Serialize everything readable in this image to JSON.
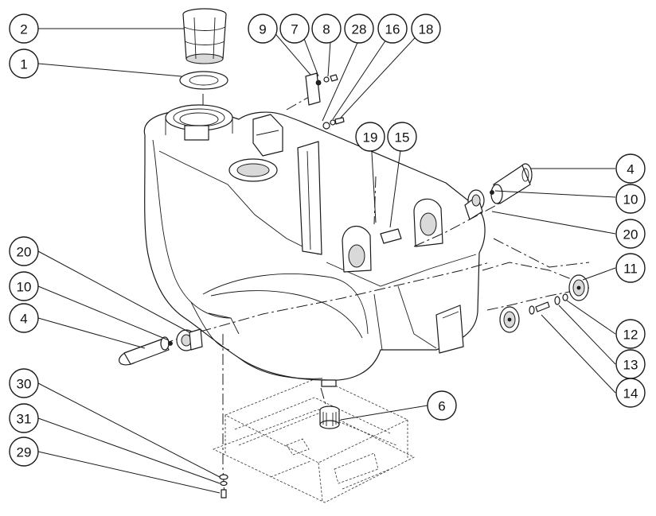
{
  "callouts": {
    "c2": "2",
    "c1": "1",
    "c9": "9",
    "c7": "7",
    "c8": "8",
    "c28": "28",
    "c16": "16",
    "c18": "18",
    "c19": "19",
    "c15": "15",
    "c4r": "4",
    "c10r": "10",
    "c20r": "20",
    "c11": "11",
    "c12": "12",
    "c13": "13",
    "c14": "14",
    "c20l": "20",
    "c10l": "10",
    "c4l": "4",
    "c30": "30",
    "c31": "31",
    "c29": "29",
    "c6": "6"
  }
}
